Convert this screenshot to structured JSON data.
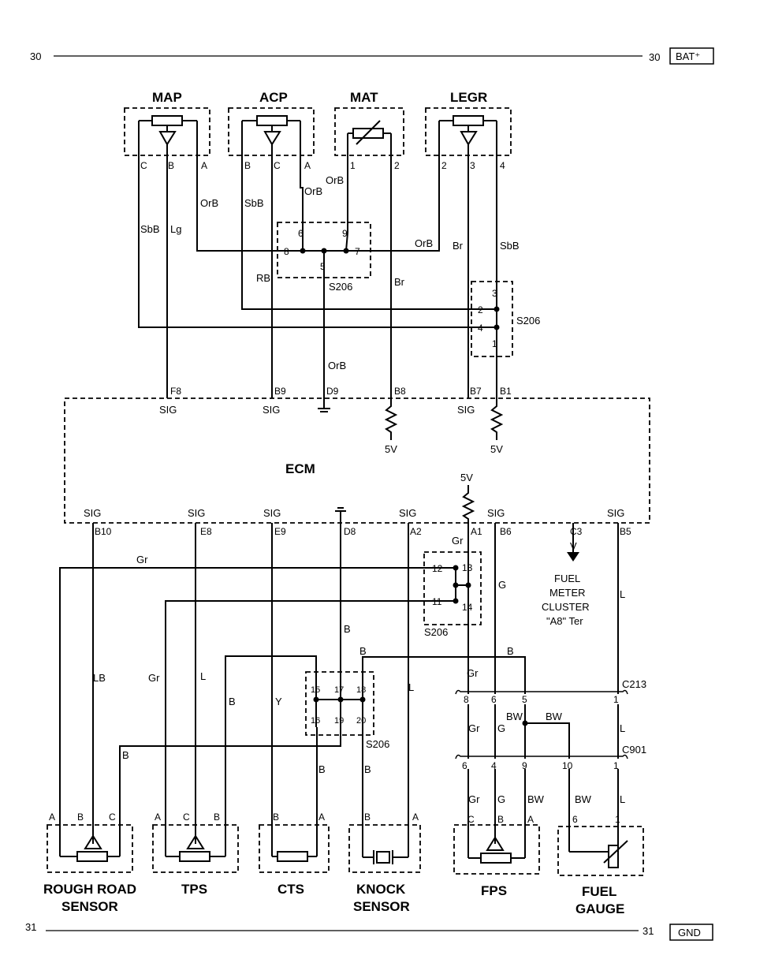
{
  "page_refs": {
    "top_left": "30",
    "top_right": "30",
    "bottom_left": "31",
    "bottom_right": "31"
  },
  "rails": {
    "bat": "BAT⁺",
    "gnd": "GND"
  },
  "top_sensors": {
    "map": {
      "name": "MAP",
      "pins": [
        "C",
        "B",
        "A"
      ]
    },
    "acp": {
      "name": "ACP",
      "pins": [
        "B",
        "C",
        "A"
      ]
    },
    "mat": {
      "name": "MAT",
      "pins": [
        "1",
        "2"
      ]
    },
    "legr": {
      "name": "LEGR",
      "pins": [
        "2",
        "3",
        "4"
      ]
    }
  },
  "top_wire_colors": [
    "OrB",
    "SbB",
    "Lg",
    "SbB",
    "OrB",
    "OrB",
    "RB",
    "Br",
    "OrB",
    "Br",
    "SbB",
    "OrB"
  ],
  "splices": {
    "top": {
      "label": "S206",
      "pins": [
        "6",
        "9",
        "8",
        "7",
        "5"
      ]
    },
    "right": {
      "label": "S206",
      "pins": [
        "3",
        "2",
        "4",
        "1"
      ]
    },
    "mid": {
      "label": "S206",
      "pins": [
        "12",
        "13",
        "11",
        "14"
      ]
    },
    "bottom": {
      "label": "S206",
      "pins": [
        "15",
        "17",
        "18",
        "16",
        "19",
        "20"
      ]
    }
  },
  "ecm": {
    "name": "ECM",
    "top_pins": [
      {
        "pin": "F8",
        "label": "SIG"
      },
      {
        "pin": "B9",
        "label": "SIG"
      },
      {
        "pin": "D9",
        "label": ""
      },
      {
        "pin": "B8",
        "label": ""
      },
      {
        "pin": "B7",
        "label": "SIG"
      },
      {
        "pin": "B1",
        "label": ""
      }
    ],
    "vref": [
      "5V",
      "5V",
      "5V"
    ],
    "bottom_pins": [
      {
        "pin": "B10",
        "label": "SIG"
      },
      {
        "pin": "E8",
        "label": "SIG"
      },
      {
        "pin": "E9",
        "label": "SIG"
      },
      {
        "pin": "D8",
        "label": ""
      },
      {
        "pin": "A2",
        "label": "SIG"
      },
      {
        "pin": "A1",
        "label": ""
      },
      {
        "pin": "B6",
        "label": "SIG"
      },
      {
        "pin": "C3",
        "label": ""
      },
      {
        "pin": "B5",
        "label": "SIG"
      }
    ]
  },
  "cluster": {
    "wire": "V",
    "lines": [
      "FUEL",
      "METER",
      "CLUSTER",
      "\"A8\" Ter"
    ]
  },
  "bottom_wire_colors": [
    "Gr",
    "LB",
    "Gr",
    "L",
    "B",
    "Y",
    "B",
    "B",
    "B",
    "L",
    "B",
    "B",
    "B",
    "Gr",
    "G",
    "L",
    "Gr",
    "Gr",
    "G",
    "BW",
    "BW",
    "L",
    "Gr",
    "G",
    "BW",
    "BW",
    "L"
  ],
  "connectors": {
    "c213": {
      "label": "C213",
      "pins": [
        "8",
        "6",
        "5",
        "1"
      ]
    },
    "c901": {
      "label": "C901",
      "pins": [
        "6",
        "4",
        "9",
        "10",
        "1"
      ]
    }
  },
  "bottom_sensors": [
    {
      "name": [
        "ROUGH ROAD",
        "SENSOR"
      ],
      "pins": [
        "A",
        "B",
        "C"
      ]
    },
    {
      "name": [
        "TPS"
      ],
      "pins": [
        "A",
        "C",
        "B"
      ]
    },
    {
      "name": [
        "CTS"
      ],
      "pins": [
        "B",
        "A"
      ]
    },
    {
      "name": [
        "KNOCK",
        "SENSOR"
      ],
      "pins": [
        "B",
        "A"
      ]
    },
    {
      "name": [
        "FPS"
      ],
      "pins": [
        "C",
        "B",
        "A"
      ]
    },
    {
      "name": [
        "FUEL",
        "GAUGE"
      ],
      "pins": [
        "6",
        "1"
      ]
    }
  ]
}
